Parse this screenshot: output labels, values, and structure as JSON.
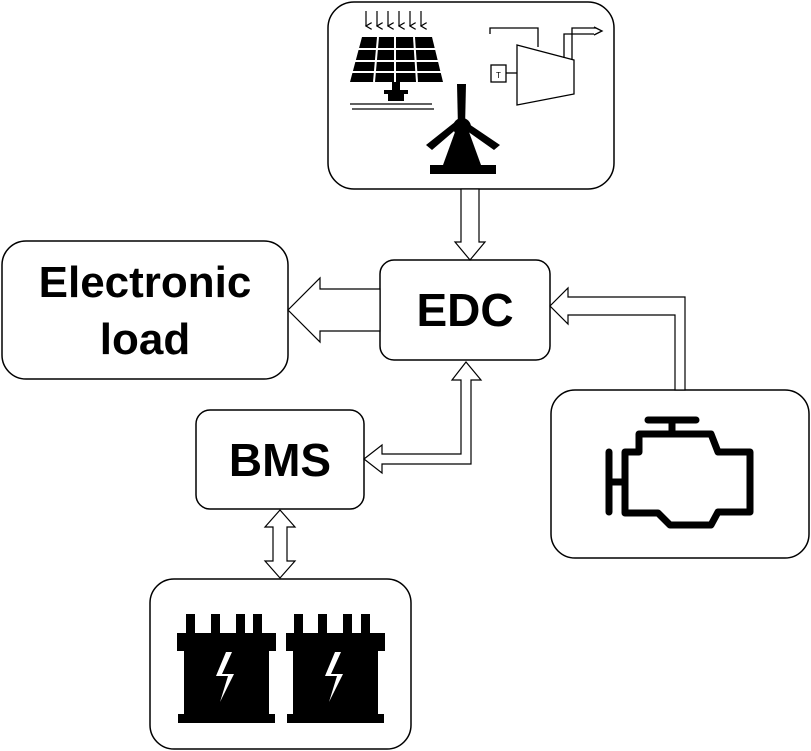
{
  "nodes": {
    "electronic_load": {
      "line1": "Electronic",
      "line2": "load"
    },
    "edc": {
      "label": "EDC"
    },
    "bms": {
      "label": "BMS"
    },
    "turbine_tag": "T"
  },
  "icons": {
    "sources": [
      "solar-panel-icon",
      "gas-turbine-icon",
      "wind-turbine-icon"
    ],
    "engine": "engine-icon",
    "batteries": [
      "battery-icon",
      "battery-icon"
    ]
  },
  "colors": {
    "stroke": "#000000",
    "fill": "#ffffff",
    "icon": "#000000"
  }
}
